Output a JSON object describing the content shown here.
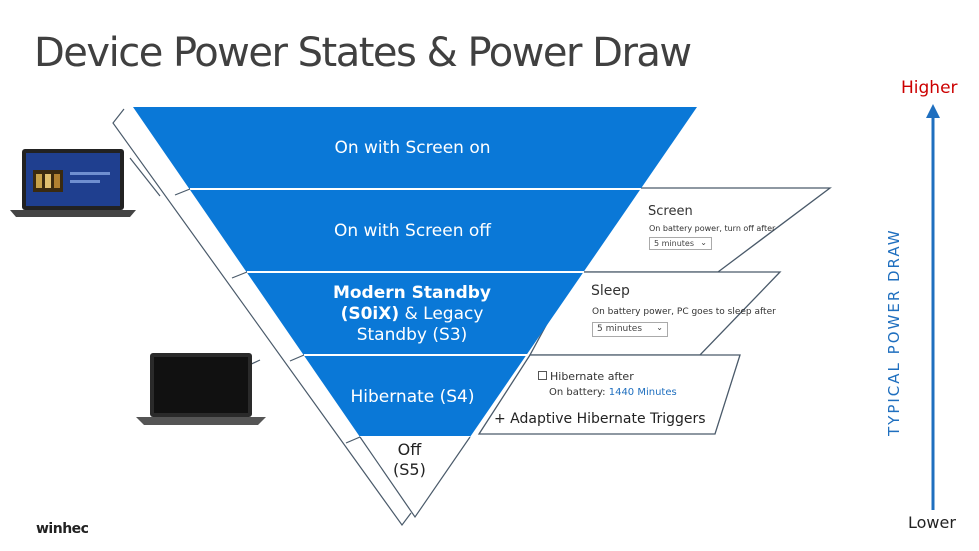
{
  "title": "Device Power States & Power Draw",
  "axis": {
    "label": "TYPICAL POWER DRAW",
    "higher": "Higher",
    "lower": "Lower",
    "higher_color": "#cc0000",
    "axis_color": "#1f6fbf"
  },
  "colors": {
    "tier_fill": "#0a78d7",
    "tier_divider": "#ffffff",
    "outline": "#4a5a6a"
  },
  "tiers": [
    {
      "label": "On with Screen on"
    },
    {
      "label": "On with Screen off"
    },
    {
      "label_bold": "Modern Standby (S0iX)",
      "label_rest": "& Legacy Standby (S3)"
    },
    {
      "label": "Hibernate (S4)"
    }
  ],
  "off_state": {
    "line1": "Off",
    "line2": "(S5)"
  },
  "panels": {
    "screen": {
      "title": "Screen",
      "setting": "On battery power, turn off after",
      "value": "5 minutes"
    },
    "sleep": {
      "title": "Sleep",
      "setting": "On battery power, PC goes to sleep after",
      "value": "5 minutes"
    },
    "hibernate": {
      "title": "Hibernate after",
      "setting": "On battery:",
      "value": "1440 Minutes",
      "value_color": "#1f6fbf"
    }
  },
  "adaptive_note": "+ Adaptive Hibernate Triggers",
  "brand": "winhec"
}
